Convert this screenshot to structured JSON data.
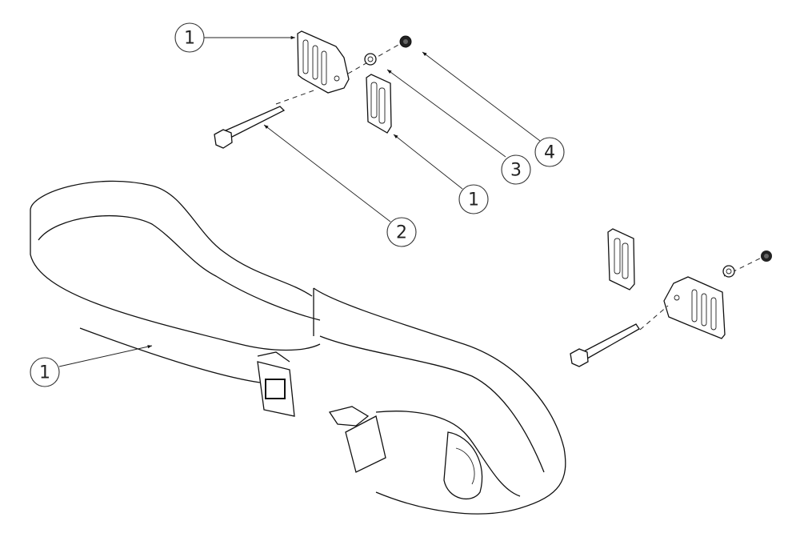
{
  "diagram": {
    "callouts": [
      {
        "label": "1",
        "target": "lap-belt-mounting-plate"
      },
      {
        "label": "4",
        "target": "nut"
      },
      {
        "label": "3",
        "target": "washer"
      },
      {
        "label": "1",
        "target": "belt-slide-bracket"
      },
      {
        "label": "2",
        "target": "hex-bolt"
      },
      {
        "label": "1",
        "target": "lap-belt-strap"
      }
    ]
  }
}
